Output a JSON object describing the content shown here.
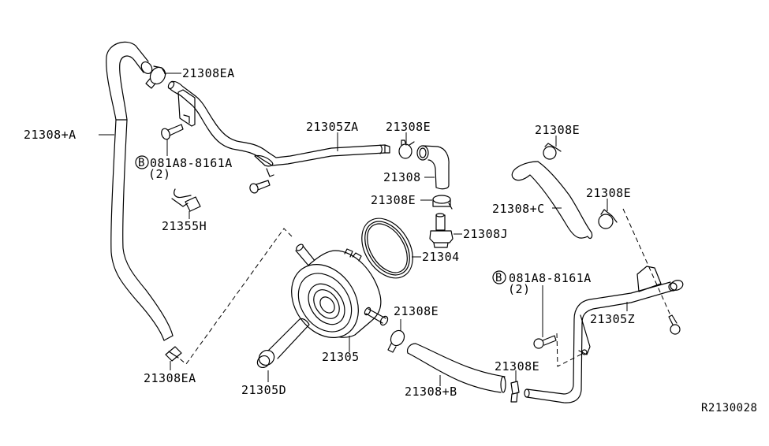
{
  "diagram": {
    "reference_code": "R2130028",
    "callouts": {
      "hose_a": "21308+A",
      "clamp_ea_top": "21308EA",
      "clamp_ea_bottom": "21308EA",
      "bolt_left": "081A8-8161A",
      "bolt_left_qty": "(2)",
      "bolt_left_symbol": "B",
      "clip": "21355H",
      "tube_za": "21305ZA",
      "clamp_e_top": "21308E",
      "hose": "21308",
      "clamp_e_mid": "21308E",
      "connector_j": "21308J",
      "gasket": "21304",
      "oil_cooler": "21305",
      "clamp_e_cooler": "21308E",
      "bolt_d": "21305D",
      "hose_b": "21308+B",
      "clamp_e_right_top": "21308E",
      "hose_c": "21308+C",
      "clamp_e_right": "21308E",
      "bolt_right": "081A8-8161A",
      "bolt_right_qty": "(2)",
      "bolt_right_symbol": "B",
      "tube_z": "21305Z",
      "clamp_e_bottom": "21308E"
    }
  }
}
